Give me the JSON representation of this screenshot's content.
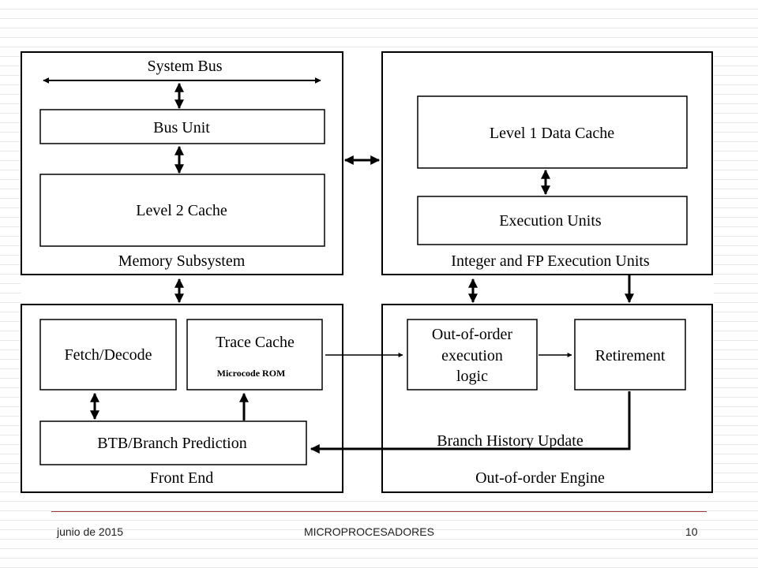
{
  "diagram": {
    "memory_subsystem": {
      "title": "Memory Subsystem",
      "system_bus": "System Bus",
      "bus_unit": "Bus Unit",
      "level2_cache": "Level 2 Cache"
    },
    "execution": {
      "title": "Integer and FP Execution Units",
      "level1_cache": "Level 1 Data Cache",
      "execution_units": "Execution Units"
    },
    "front_end": {
      "title": "Front End",
      "fetch_decode": "Fetch/Decode",
      "trace_cache": "Trace Cache",
      "microcode_rom": "Microcode ROM",
      "btb": "BTB/Branch Prediction"
    },
    "ooo_engine": {
      "title": "Out-of-order Engine",
      "ooo_logic_line1": "Out-of-order",
      "ooo_logic_line2": "execution",
      "ooo_logic_line3": "logic",
      "retirement": "Retirement",
      "branch_history": "Branch History Update"
    }
  },
  "footer": {
    "date": "junio de 2015",
    "title": "MICROPROCESADORES",
    "page": "10"
  },
  "colors": {
    "rule": "#9a3a3a",
    "stroke": "#000000"
  }
}
